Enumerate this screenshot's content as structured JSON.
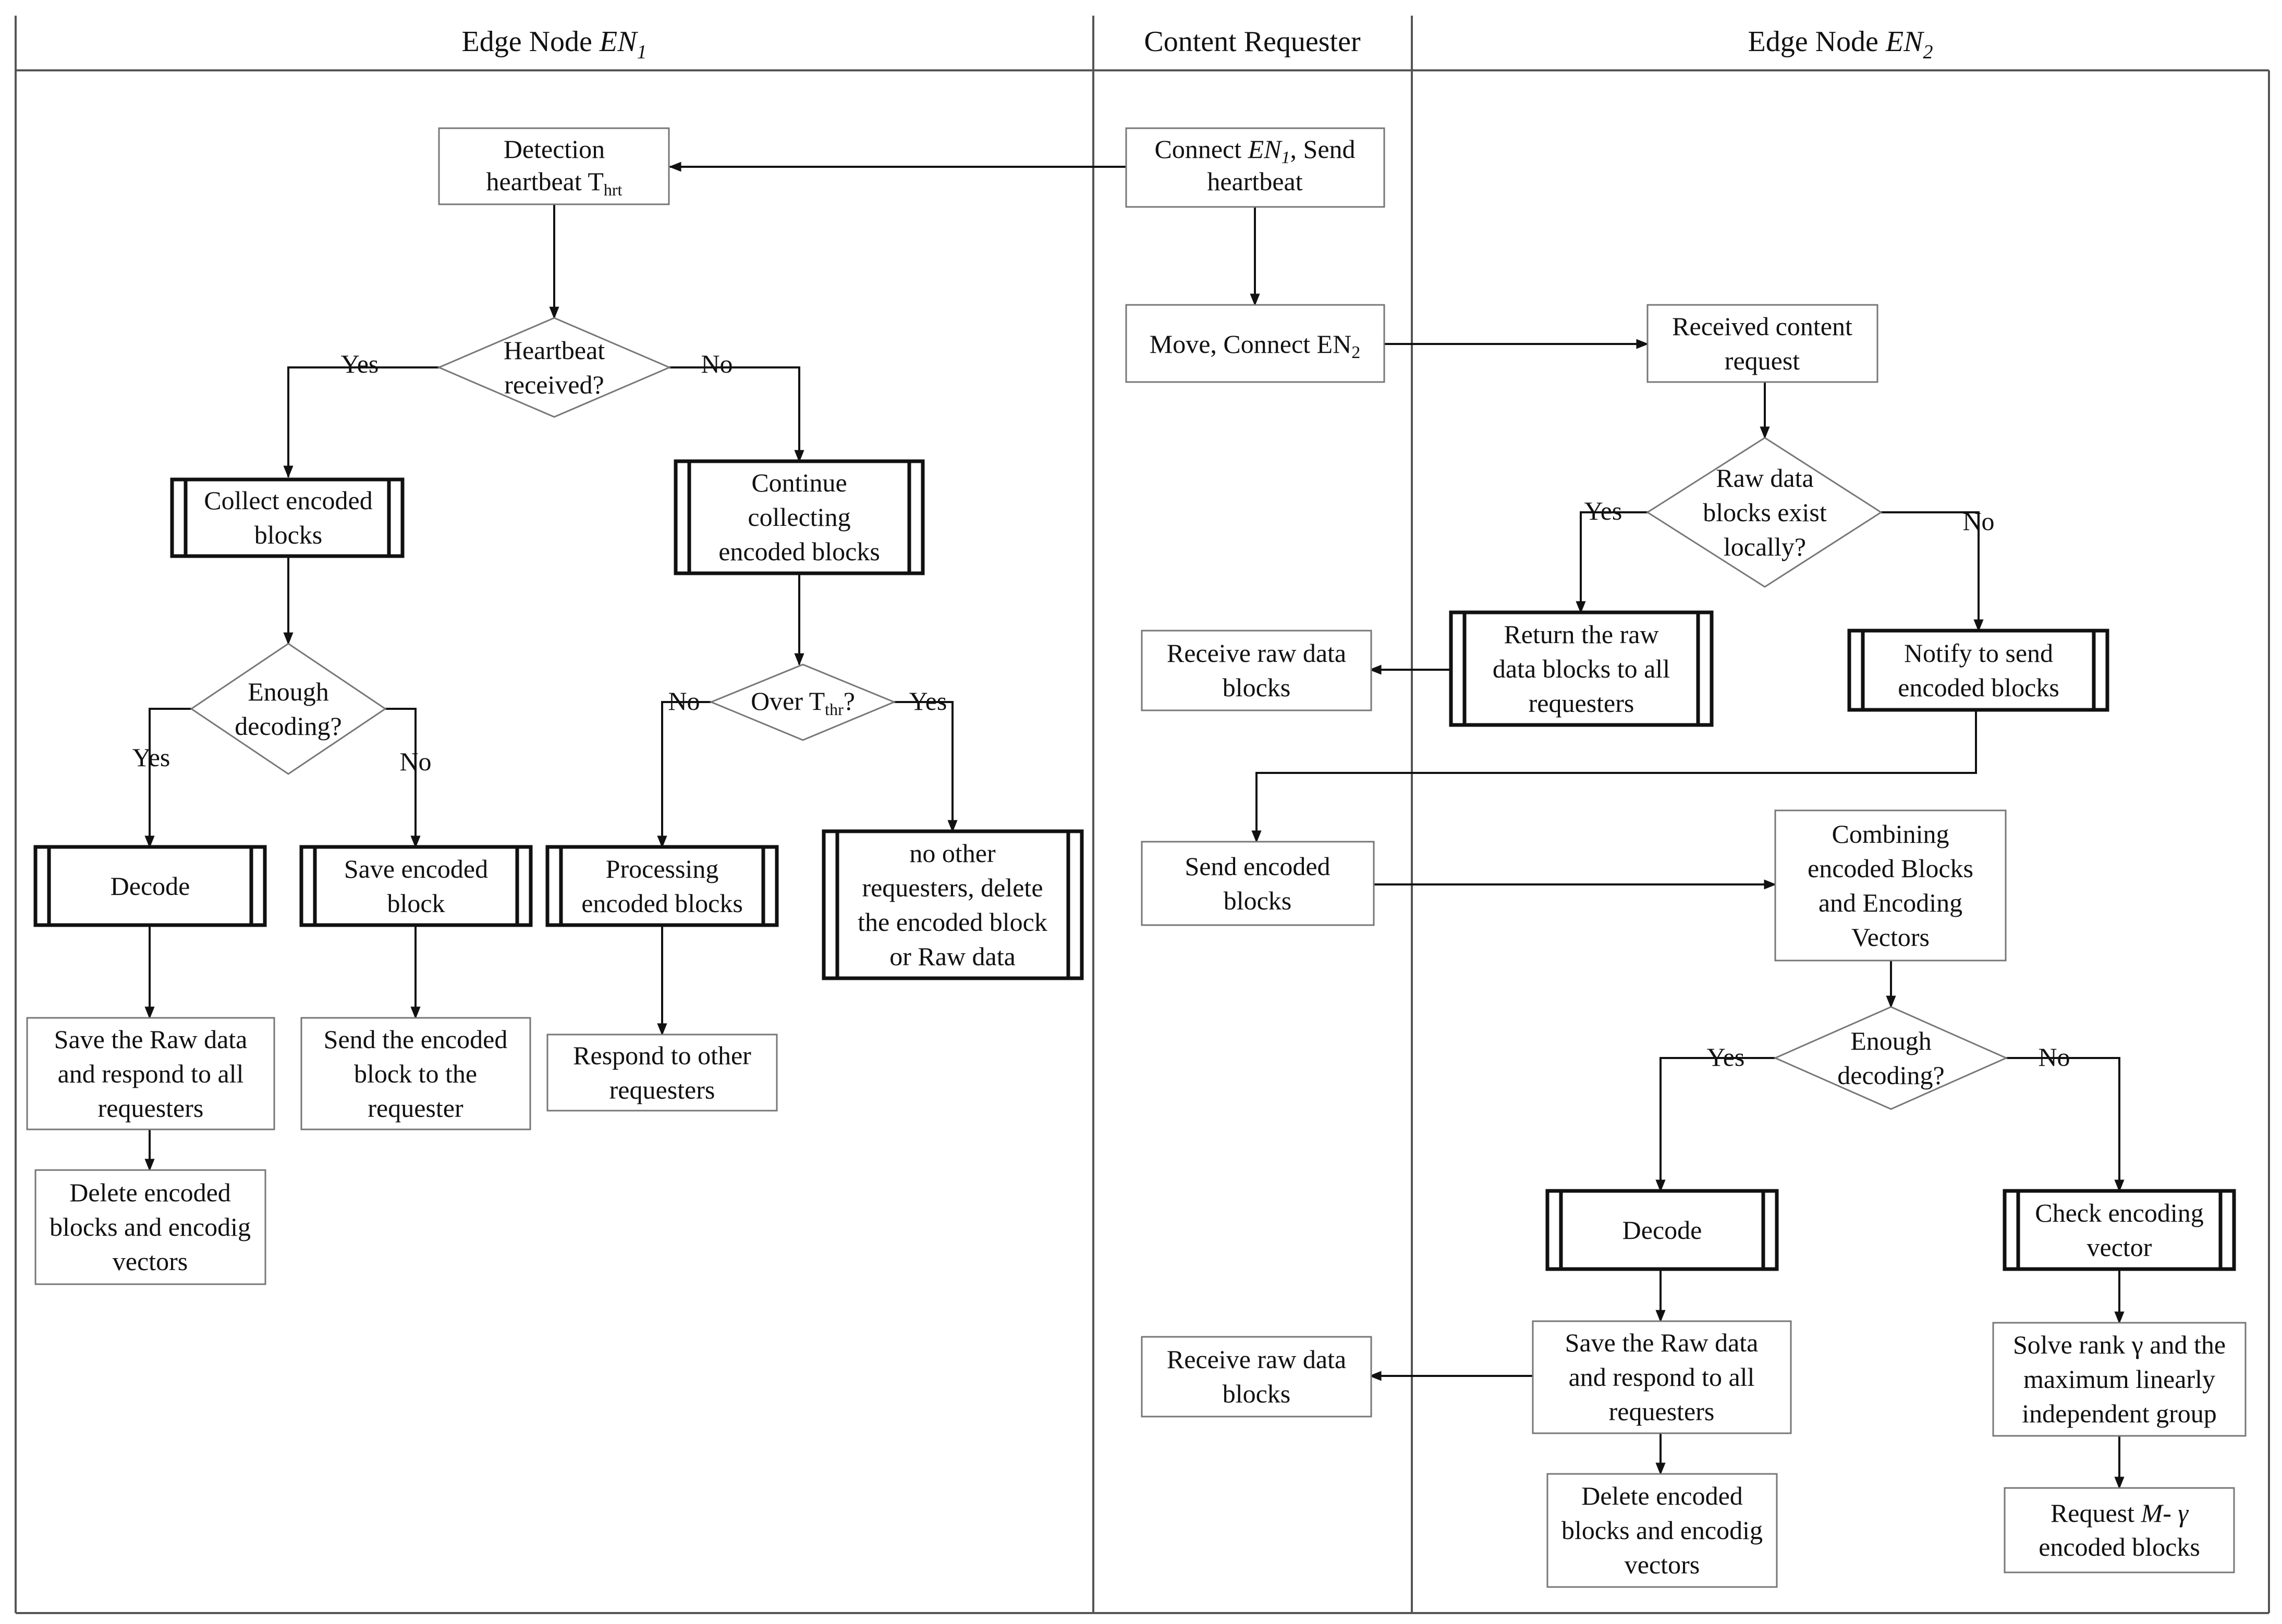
{
  "lanes": [
    {
      "title": "Edge Node ",
      "sub": "EN",
      "subsub": "1"
    },
    {
      "title": "Content Requester",
      "sub": "",
      "subsub": ""
    },
    {
      "title": "Edge Node ",
      "sub": "EN",
      "subsub": "2"
    }
  ],
  "nodes": {
    "detection_heartbeat": {
      "lines": [
        "Detection",
        "heartbeat T_hrt"
      ]
    },
    "connect_en1": {
      "lines": [
        "Connect EN1, Send",
        "heartbeat"
      ]
    },
    "heartbeat_received": {
      "lines": [
        "Heartbeat",
        "received?"
      ]
    },
    "move_connect": {
      "lines": [
        "Move, Connect EN2"
      ]
    },
    "received_request": {
      "lines": [
        "Received content",
        "request"
      ]
    },
    "collect_encoded": {
      "lines": [
        "Collect encoded",
        "blocks"
      ]
    },
    "continue_collecting": {
      "lines": [
        "Continue",
        "collecting",
        "encoded blocks"
      ]
    },
    "raw_exist": {
      "lines": [
        "Raw data",
        "blocks exist",
        "locally?"
      ]
    },
    "enough_decoding_1": {
      "lines": [
        "Enough",
        "decoding?"
      ]
    },
    "over_thr": {
      "lines": [
        "Over T_thr?"
      ]
    },
    "receive_raw_1": {
      "lines": [
        "Receive raw data",
        "blocks"
      ]
    },
    "return_raw": {
      "lines": [
        "Return the raw",
        "data blocks to all",
        "requesters"
      ]
    },
    "notify_send": {
      "lines": [
        "Notify to send",
        "encoded blocks"
      ]
    },
    "decode_1": {
      "lines": [
        "Decode"
      ]
    },
    "save_encoded": {
      "lines": [
        "Save encoded",
        "block"
      ]
    },
    "processing_encoded": {
      "lines": [
        "Processing",
        "encoded blocks"
      ]
    },
    "no_other": {
      "lines": [
        "no other",
        "requesters, delete",
        "the encoded block",
        "or Raw data"
      ]
    },
    "send_encoded_cr": {
      "lines": [
        "Send encoded",
        "blocks"
      ]
    },
    "combining": {
      "lines": [
        "Combining",
        "encoded Blocks",
        "and Encoding",
        "Vectors"
      ]
    },
    "save_raw_1": {
      "lines": [
        "Save the Raw data",
        "and respond to all",
        "requesters"
      ]
    },
    "send_encoded_req": {
      "lines": [
        "Send the encoded",
        "block to the",
        "requester"
      ]
    },
    "respond_other": {
      "lines": [
        "Respond to other",
        "requesters"
      ]
    },
    "enough_decoding_2": {
      "lines": [
        "Enough",
        "decoding?"
      ]
    },
    "delete_1": {
      "lines": [
        "Delete encoded",
        "blocks and encodig",
        "vectors"
      ]
    },
    "decode_2": {
      "lines": [
        "Decode"
      ]
    },
    "check_vector": {
      "lines": [
        "Check encoding",
        "vector"
      ]
    },
    "receive_raw_2": {
      "lines": [
        "Receive raw data",
        "blocks"
      ]
    },
    "save_raw_2": {
      "lines": [
        "Save the Raw data",
        "and respond to all",
        "requesters"
      ]
    },
    "solve_rank": {
      "lines": [
        "Solve rank γ and the",
        "maximum linearly",
        "independent group"
      ]
    },
    "delete_2": {
      "lines": [
        "Delete encoded",
        "blocks and encodig",
        "vectors"
      ]
    },
    "request_m": {
      "lines": [
        "Request M- γ",
        "encoded blocks"
      ]
    }
  },
  "edge_labels": {
    "yes": "Yes",
    "no": "No"
  }
}
